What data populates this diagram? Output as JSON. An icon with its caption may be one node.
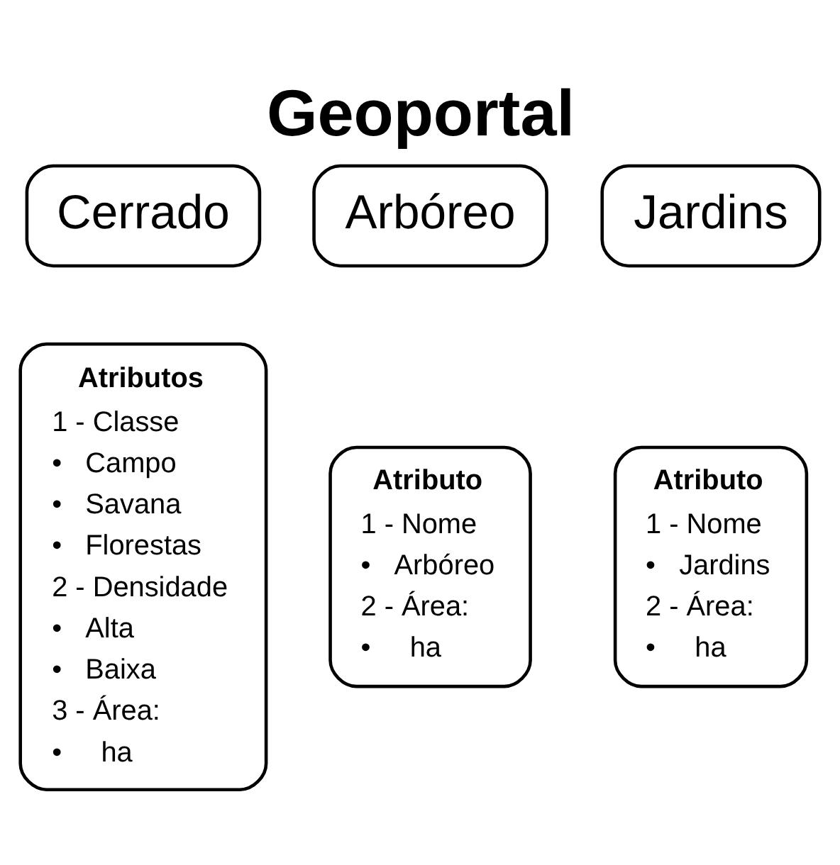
{
  "diagram": {
    "title": "Geoportal",
    "nodes": [
      {
        "text": [
          "Cerrado"
        ]
      },
      {
        "text": [
          "Arbóreo"
        ]
      },
      {
        "text": [
          "Jardins"
        ]
      },
      {
        "text": [
          "Atributos",
          "1 - Classe",
          "•   Campo",
          "•   Savana",
          "•   Florestas",
          "2 - Densidade",
          "•   Alta",
          "•   Baixa",
          "3 - Área:",
          "•     ha"
        ]
      },
      {
        "text": [
          "Atributo",
          "1 - Nome",
          "•   Arbóreo",
          "2 - Área:",
          "•     ha"
        ]
      },
      {
        "text": [
          "Atributo",
          "1 - Nome",
          "•   Jardins",
          "2 - Área:",
          "•     ha"
        ]
      }
    ],
    "edges": []
  }
}
